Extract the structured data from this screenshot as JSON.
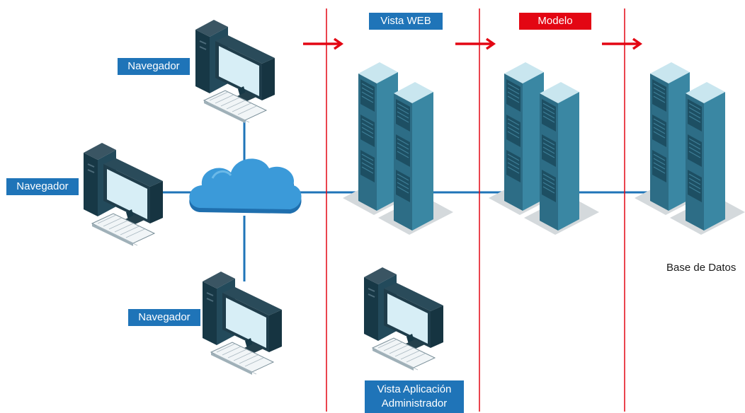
{
  "labels": {
    "browser_top": "Navegador",
    "browser_left": "Navegador",
    "browser_bottom": "Navegador",
    "web_view": "Vista WEB",
    "model": "Modelo",
    "database": "Base de Datos",
    "admin_line1": "Vista Aplicación",
    "admin_line2": "Administrador"
  },
  "colors": {
    "label_blue": "#1f74b8",
    "label_red": "#e30613",
    "divider_red": "#e30613",
    "link_blue": "#1f74b8",
    "cloud": "#3b9ad9"
  },
  "icons": [
    "desktop-computer-icon",
    "cloud-icon",
    "server-rack-icon",
    "arrow-right-icon"
  ]
}
